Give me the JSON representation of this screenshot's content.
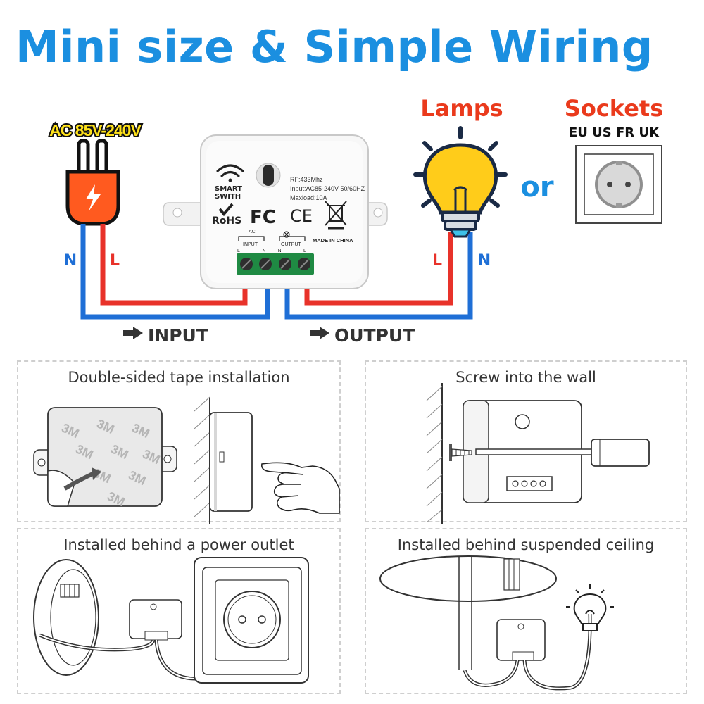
{
  "title": "Mini size & Simple Wiring",
  "power_plug": {
    "voltage": "AC 85V-240V"
  },
  "device": {
    "brand_line1": "SMART",
    "brand_line2": "SWITH",
    "spec_rf": "RF:433Mhz",
    "spec_input": "Input:AC85-240V 50/60HZ",
    "spec_maxload": "Maxload:10A",
    "rohs": "RoHS",
    "fc": "FC",
    "ce": "CE",
    "ac_label": "AC",
    "input_label": "INPUT",
    "output_label": "OUTPUT",
    "term_l1": "L",
    "term_n1": "N",
    "term_n2": "N",
    "term_l2": "L",
    "made_in": "MADE IN CHINA"
  },
  "loads": {
    "lamps_label": "Lamps",
    "or_label": "or",
    "sockets_label": "Sockets",
    "socket_types": "EU US FR UK"
  },
  "wires": {
    "left_n": "N",
    "left_l": "L",
    "right_l": "L",
    "right_n": "N",
    "input_label": "INPUT",
    "output_label": "OUTPUT"
  },
  "panels": {
    "tape": {
      "title": "Double-sided tape installation",
      "tape_brand": "3M"
    },
    "screw": {
      "title": "Screw into the wall"
    },
    "outlet": {
      "title": "Installed behind a power outlet"
    },
    "ceiling": {
      "title": "Installed behind suspended ceiling"
    }
  },
  "colors": {
    "title_blue": "#1b8fe0",
    "live_red": "#e8322a",
    "neutral_blue": "#1f6fd6",
    "lamp_yellow": "#ffcc1a",
    "plug_orange": "#ff5a1f",
    "voltage_yellow": "#ffe21a",
    "label_red": "#ea3a1c"
  }
}
